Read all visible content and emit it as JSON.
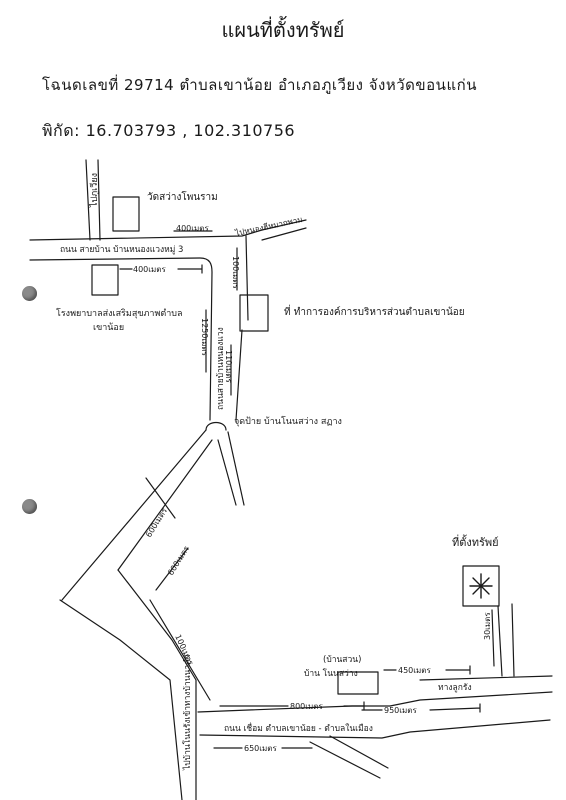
{
  "title": "แผนที่ตั้งทรัพย์",
  "deed_line": "โฉนดเลขที่  29714   ตำบลเขาน้อย    อำเภอภูเวียง    จังหวัดขอนแก่น",
  "coordinates_line": "พิกัด:  16.703793  , 102.310756",
  "places": {
    "temple": "วัดสว่างโพนราม",
    "hospital_line1": "โรงพยาบาลส่งเสริมสุขภาพตำบล",
    "hospital_line2": "เขาน้อย",
    "sao_office": "ที่ ทำการองค์การบริหารส่วนตำบลเขาน้อย",
    "bus_stop": "จุดป้าย บ้านโนนสว่าง สฏาง",
    "property_label": "ที่ตั้งทรัพย์",
    "ban_suan_note": "(บ้านสวน)",
    "ban_name": "บ้าน โนนสว่าง"
  },
  "roads": {
    "top_left_vertical": "ไปภูเวียง",
    "main_road": "ถนน สายบ้าน บ้านหนองแวงหมู่ 3",
    "to_hong_hai": "ไปหนองฮีหมากพาม",
    "vertical_center": "ถนนสายบ้านหนองแวง",
    "lower_road": "ถนน เชื่อม ตำบลเขาน้อย - ตำบลในเมือง",
    "left_vertical_lower": "ไปบ้านโนนรังเข้าทางบ้านนาคำ",
    "track_label": "ทางลูกรัง"
  },
  "distances": {
    "d_400_top": "400เมตร",
    "d_400_left": "400เมตร",
    "d_100_right": "100เมตร",
    "d_1250": "1250เมตร",
    "d_110": "110เมตร",
    "d_600_a": "600เมตร",
    "d_600_b": "600เมตร",
    "d_100_lower": "100เมตร",
    "d_800": "800เมตร",
    "d_450": "450เมตร",
    "d_30": "30เมตร",
    "d_950": "950เมตร",
    "d_650": "650เมตร"
  },
  "icons": {
    "property_marker": "asterisk-marker-icon"
  }
}
